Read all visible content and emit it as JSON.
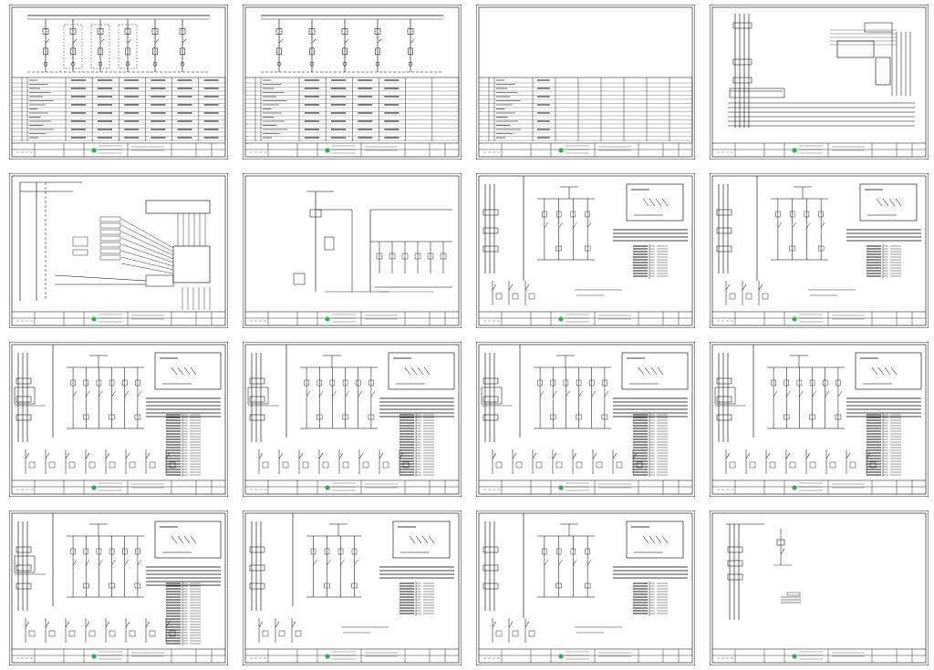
{
  "title": "",
  "colors": {
    "line": "#000000",
    "background": "#ffffff",
    "logo": "#2db34a"
  },
  "icons": [
    "company-logo-icon"
  ],
  "sheets": [
    {
      "type": "table-schematic"
    },
    {
      "type": "table-schematic-light"
    },
    {
      "type": "table-empty"
    },
    {
      "type": "wiring-diagram"
    },
    {
      "type": "control-wiring"
    },
    {
      "type": "control-circuit"
    },
    {
      "type": "motor-starter-small"
    },
    {
      "type": "motor-starter-small"
    },
    {
      "type": "motor-starter-wide"
    },
    {
      "type": "motor-starter-wide"
    },
    {
      "type": "motor-starter-wide"
    },
    {
      "type": "motor-starter-wide"
    },
    {
      "type": "motor-starter-wide"
    },
    {
      "type": "motor-starter-medium"
    },
    {
      "type": "motor-starter-small"
    },
    {
      "type": "terminal-detail"
    }
  ]
}
